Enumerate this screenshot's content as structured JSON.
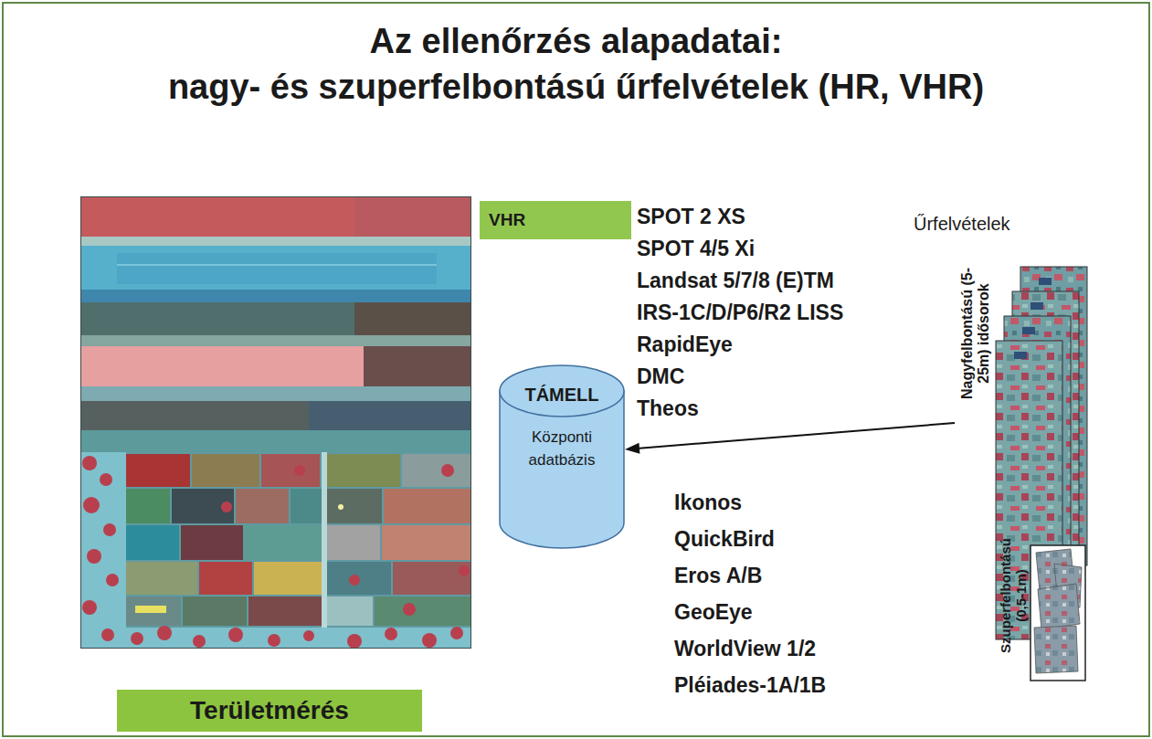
{
  "diagram": {
    "title": "Az ellenőrzés alapadatai: nagy- és szuperfelbontású űrfelvételek (HR, VHR)",
    "nodes": [
      {
        "text": [
          "VHR"
        ]
      },
      {
        "text": [
          "TÁMELL",
          "Központi adatbázis"
        ]
      },
      {
        "text": [
          "Nagyfelbontású (5-25m) idősorok"
        ]
      },
      {
        "text": [
          "Szuperfelbontású (0,5-1m)"
        ]
      },
      {
        "text": [
          "Területmérés"
        ]
      }
    ],
    "edges": [
      {
        "from": 2,
        "to": 1,
        "arrow": "to"
      }
    ],
    "labels": [
      "SPOT 2 XS",
      "SPOT 4/5 Xi",
      "Landsat 5/7/8 (E)TM",
      "IRS-1C/D/P6/R2 LISS",
      "RapidEye",
      "DMC",
      "Theos",
      "Ikonos",
      "QuickBird",
      "Eros A/B",
      "GeoEye",
      "WorldView 1/2",
      "Pléiades-1A/1B",
      "Űrfelvételek"
    ]
  }
}
